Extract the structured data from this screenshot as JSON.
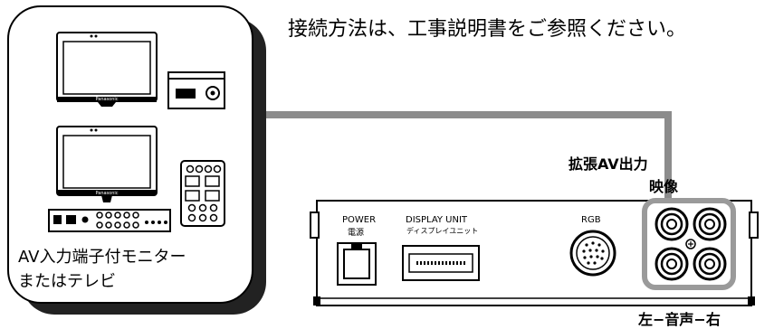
{
  "instruction": "接続方法は、工事説明書をご参照ください。",
  "monitor_box": {
    "line1": "AV入力端子付モニター",
    "line2": "またはテレビ",
    "brand": "Panasonic"
  },
  "unit": {
    "power_label": "POWER",
    "power_label_jp": "電源",
    "display_label": "DISPLAY UNIT",
    "display_label_jp": "ディスプレイユニット",
    "rgb_label": "RGB",
    "av_out_label": "拡張AV出力",
    "video_label": "映像",
    "audio_label": "左−音声−右"
  },
  "colors": {
    "cable": "#8c8c8c",
    "shadow": "#222222",
    "highlight": "#9a9a9a"
  }
}
